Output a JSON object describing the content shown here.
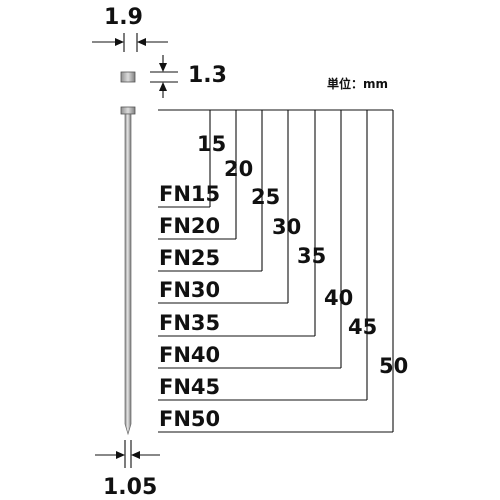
{
  "unit_label": "単位：mm",
  "dimensions": {
    "head_width": "1.9",
    "head_thickness": "1.3",
    "shank_diameter": "1.05"
  },
  "nails": [
    {
      "model": "FN15",
      "length": "15"
    },
    {
      "model": "FN20",
      "length": "20"
    },
    {
      "model": "FN25",
      "length": "25"
    },
    {
      "model": "FN30",
      "length": "30"
    },
    {
      "model": "FN35",
      "length": "35"
    },
    {
      "model": "FN40",
      "length": "40"
    },
    {
      "model": "FN45",
      "length": "45"
    },
    {
      "model": "FN50",
      "length": "50"
    }
  ]
}
